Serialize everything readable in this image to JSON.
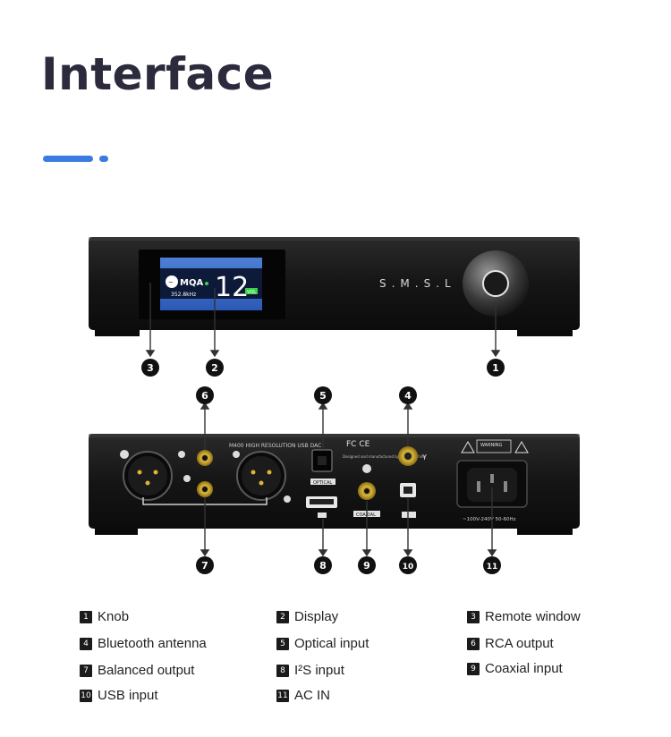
{
  "page": {
    "title": "Interface",
    "accent_color": "#3b7be0"
  },
  "front_panel": {
    "brand": "S.M.S.L",
    "display": {
      "badge": "MQA",
      "sample_rate": "352.8kHz",
      "volume": "12",
      "vol_tag": "VOL"
    }
  },
  "rear_panel": {
    "model": "M400 HIGH RESOLUTION USB DAC",
    "optical_label": "OPTICAL",
    "coaxial_label": "COAXIAL",
    "warning_label": "WARNING",
    "power_label": "~100V-240V 50-60Hz",
    "made_in": "Designed and manufactured by SMSL in China"
  },
  "callouts": [
    "1",
    "2",
    "3",
    "4",
    "5",
    "6",
    "7",
    "8",
    "9",
    "10",
    "11"
  ],
  "legend": [
    {
      "num": "1",
      "label": "Knob"
    },
    {
      "num": "2",
      "label": "Display"
    },
    {
      "num": "3",
      "label": "Remote window"
    },
    {
      "num": "4",
      "label": "Bluetooth antenna"
    },
    {
      "num": "5",
      "label": "Optical input"
    },
    {
      "num": "6",
      "label": "RCA output"
    },
    {
      "num": "7",
      "label": "Balanced output"
    },
    {
      "num": "8",
      "label": "I²S input"
    },
    {
      "num": "9",
      "label": "Coaxial input"
    },
    {
      "num": "10",
      "label": "USB input"
    },
    {
      "num": "11",
      "label": "AC IN"
    }
  ]
}
